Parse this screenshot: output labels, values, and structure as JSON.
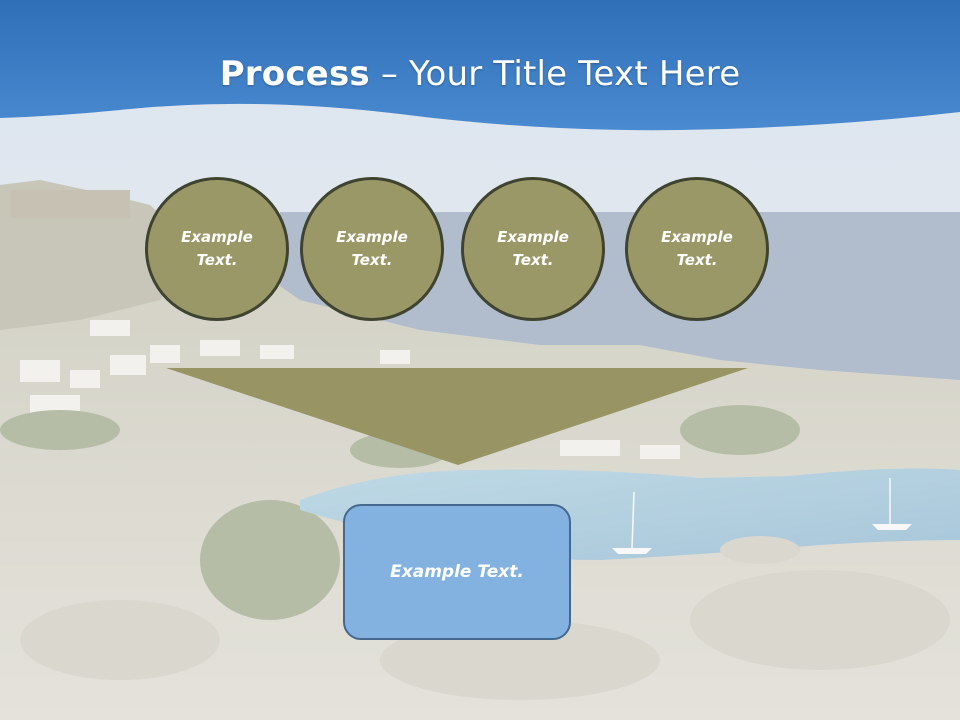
{
  "slide": {
    "title_bold": "Process",
    "title_rest": " – Your Title Text Here",
    "colors": {
      "header_blue": "#3b7cc3",
      "circle_fill": "#9b9868",
      "circle_border": "#3f4430",
      "funnel_fill": "#989464",
      "result_fill": "#84b2e0",
      "result_border": "#45688f"
    }
  },
  "steps": [
    {
      "label": "Example Text."
    },
    {
      "label": "Example Text."
    },
    {
      "label": "Example Text."
    },
    {
      "label": "Example Text."
    }
  ],
  "result": {
    "label": "Example Text."
  }
}
